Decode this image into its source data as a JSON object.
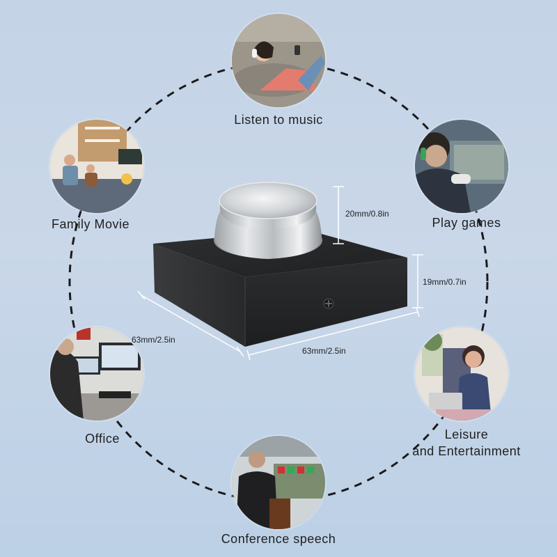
{
  "uses": [
    {
      "id": "music",
      "label": "Listen to music"
    },
    {
      "id": "movie",
      "label": "Family Movie"
    },
    {
      "id": "games",
      "label": "Play games"
    },
    {
      "id": "office",
      "label": "Office"
    },
    {
      "id": "leisure",
      "label": "Leisure\nand Entertainment"
    },
    {
      "id": "conference",
      "label": "Conference speech"
    }
  ],
  "dimensions": {
    "knob_height": "20mm/0.8in",
    "base_height": "19mm/0.7in",
    "depth": "63mm/2.5in",
    "width": "63mm/2.5in"
  },
  "colors": {
    "background": "#c4d3e6",
    "dashed_ring": "#1a1a1a",
    "device_body": "#2b2c2e",
    "knob": "#c9ccd0",
    "dimension_lines": "#ffffff"
  }
}
